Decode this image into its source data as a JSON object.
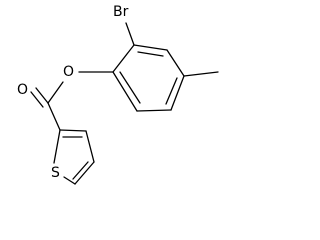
{
  "structure": {
    "atoms": {
      "br": "Br",
      "ester_oxygen": "O",
      "carbonyl_oxygen": "O",
      "sulfur": "S"
    }
  }
}
